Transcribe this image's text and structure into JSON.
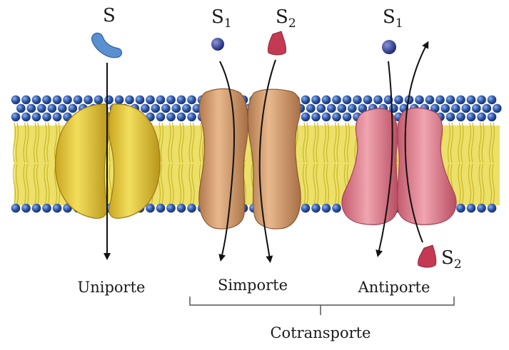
{
  "labels": {
    "uniport_substrate": "S",
    "symport_s1": "S",
    "symport_s1_sub": "1",
    "symport_s2": "S",
    "symport_s2_sub": "2",
    "antiport_s1": "S",
    "antiport_s1_sub": "1",
    "antiport_s2": "S",
    "antiport_s2_sub": "2",
    "uniporte": "Uniporte",
    "simporte": "Simporte",
    "antiporte": "Antiporte",
    "cotransporte": "Cotransporte"
  },
  "colors": {
    "lipid_head": "#2c55a6",
    "lipid_tail": "#e8dc3c",
    "uniport_protein": "#e3cb2f",
    "symport_protein": "#cf9a6c",
    "antiport_protein": "#df7d8c",
    "substrate_blue": "#5a8fd0",
    "s1_ball": "#2b3a8f",
    "s2_cone": "#c43a52",
    "arrow": "#111111"
  },
  "icons": {
    "substrate": "crescent-molecule-icon",
    "s1": "sphere-molecule-icon",
    "s2": "cone-molecule-icon"
  }
}
